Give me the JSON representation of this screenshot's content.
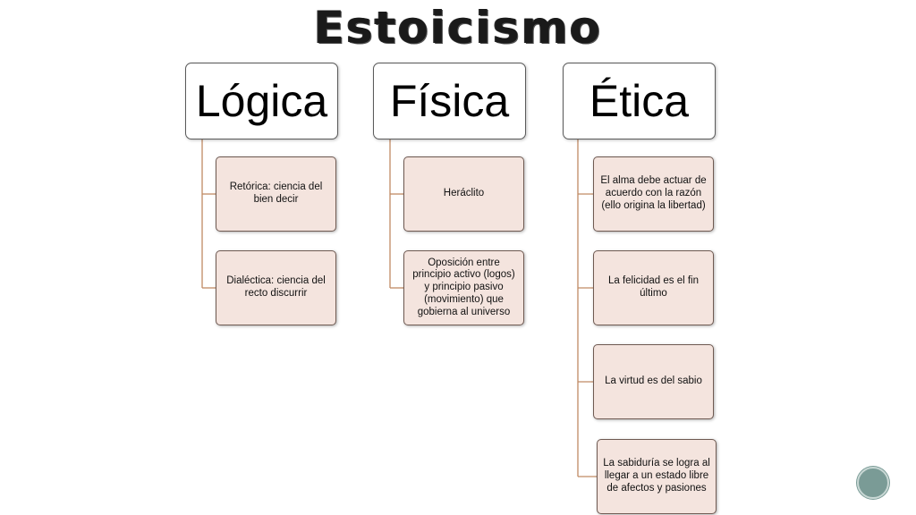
{
  "title": "Estoicismo",
  "colors": {
    "connector": "#c08a63",
    "child_fill": "#f4e4de",
    "badge": "#7a9b96"
  },
  "columns": [
    {
      "heading": "Lógica",
      "items": [
        "Retórica: ciencia del bien decir",
        "Dialéctica: ciencia del recto discurrir"
      ]
    },
    {
      "heading": "Física",
      "items": [
        "Heráclito",
        "Oposición entre principio activo (logos) y principio pasivo (movimiento) que gobierna al universo"
      ]
    },
    {
      "heading": "Ética",
      "items": [
        "El alma debe actuar de acuerdo con la razón (ello origina la libertad)",
        "La felicidad es el fin último",
        "La virtud es del sabio",
        "La sabiduría se logra al llegar a un estado libre de afectos y pasiones"
      ]
    }
  ]
}
